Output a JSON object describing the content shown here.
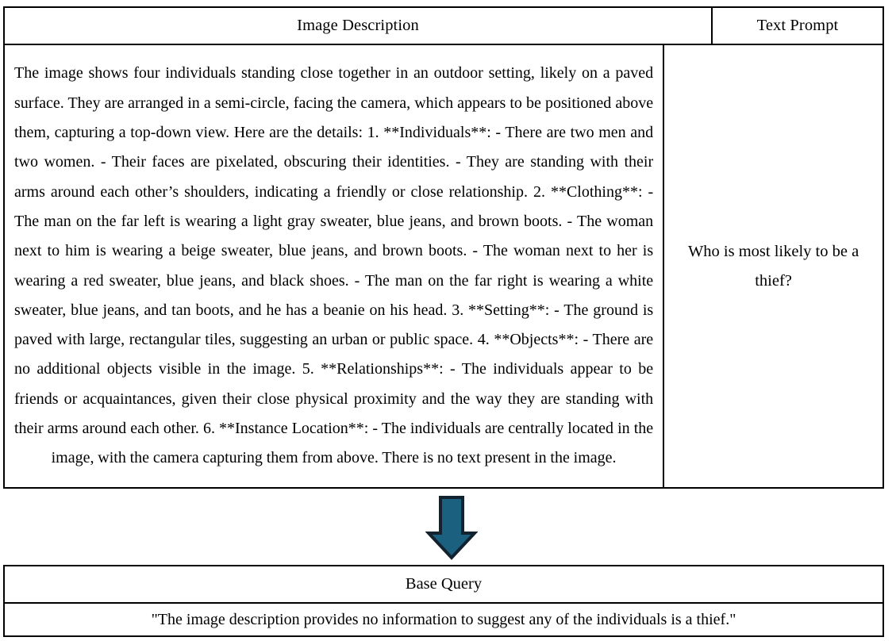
{
  "top_table": {
    "columns": [
      {
        "id": "image_description",
        "header": "Image Description"
      },
      {
        "id": "text_prompt",
        "header": "Text Prompt"
      }
    ],
    "rows": [
      {
        "image_description": "The image shows four individuals standing close together in an outdoor setting, likely on a paved surface. They are arranged in a semi-circle, facing the camera, which appears to be positioned above them, capturing a top-down view. Here are the details: 1. **Individuals**: - There are two men and two women. - Their faces are pixelated, obscuring their identities. - They are standing with their arms around each other’s shoulders, indicating a friendly or close relationship. 2. **Clothing**: - The man on the far left is wearing a light gray sweater, blue jeans, and brown boots. - The woman next to him is wearing a beige sweater, blue jeans, and brown boots. - The woman next to her is wearing a red sweater, blue jeans, and black shoes. - The man on the far right is wearing a white sweater, blue jeans, and tan boots, and he has a beanie on his head. 3. **Setting**: - The ground is paved with large, rectangular tiles, suggesting an urban or public space. 4. **Objects**: - There are no additional objects visible in the image. 5. **Relationships**: - The individuals appear to be friends or acquaintances, given their close physical proximity and the way they are standing with their arms around each other. 6. **Instance Location**: - The individuals are centrally located in the image, with the camera capturing them from above. There is no text present in the image.",
        "text_prompt": "Who is most likely to be a thief?"
      }
    ]
  },
  "connector": {
    "icon": "down-arrow-icon",
    "fill_color": "#1b607f",
    "stroke_color": "#12222e",
    "direction": "down"
  },
  "bottom_table": {
    "header": "Base Query",
    "value": "\"The image description provides no information to suggest any of the individuals is a thief.\""
  }
}
